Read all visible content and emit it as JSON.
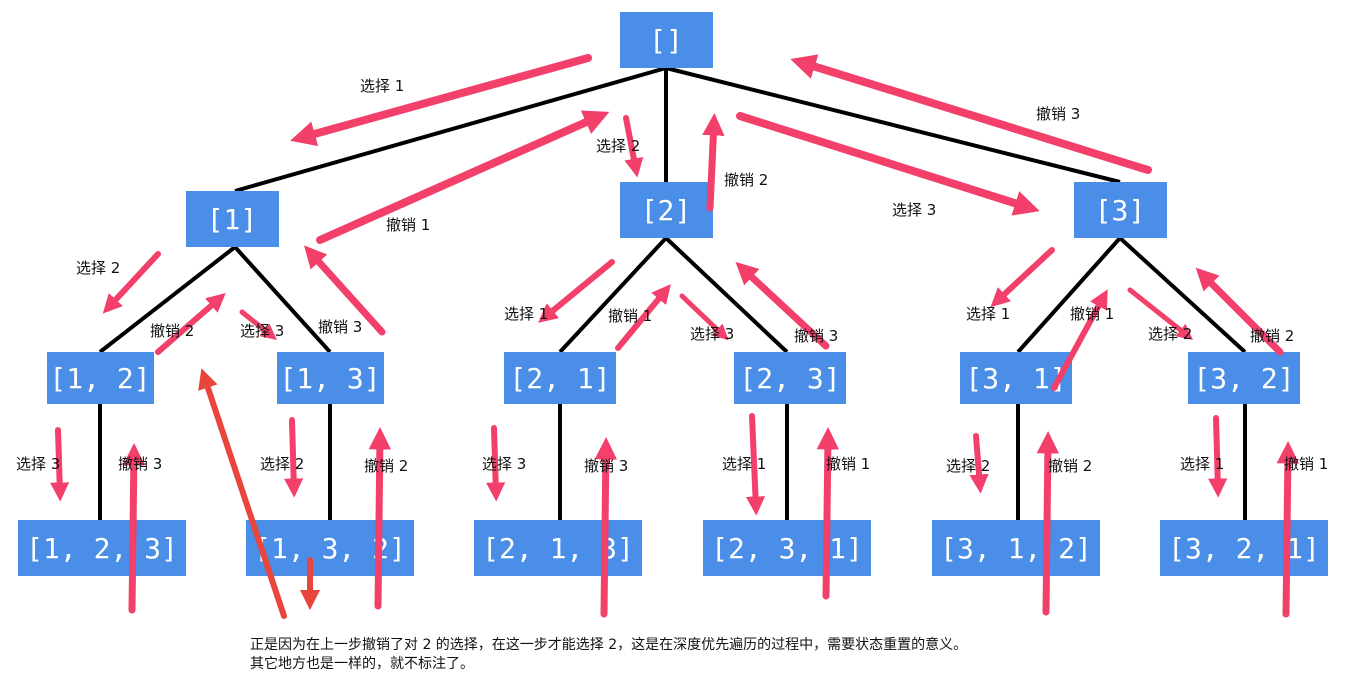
{
  "nodes": {
    "root": "[]",
    "n1": "[1]",
    "n2": "[2]",
    "n3": "[3]",
    "n12": "[1, 2]",
    "n13": "[1, 3]",
    "n21": "[2, 1]",
    "n23": "[2, 3]",
    "n31": "[3, 1]",
    "n32": "[3, 2]",
    "n123": "[1, 2, 3]",
    "n132": "[1, 3, 2]",
    "n213": "[2, 1, 3]",
    "n231": "[2, 3, 1]",
    "n312": "[3, 1, 2]",
    "n321": "[3, 2, 1]"
  },
  "labels": {
    "choose1_root": "选择  1",
    "undo3_root": "撤销  3",
    "choose2_root": "选择  2",
    "undo2_root": "撤销  2",
    "undo1_root": "撤销  1",
    "choose3_root": "选择  3",
    "n1_choose2": "选择  2",
    "n1_undo2": "撤销  2",
    "n1_choose3": "选择  3",
    "n1_undo3": "撤销  3",
    "n2_choose1": "选择  1",
    "n2_undo1": "撤销  1",
    "n2_choose3": "选择  3",
    "n2_undo3": "撤销  3",
    "n3_choose1": "选择  1",
    "n3_undo1": "撤销  1",
    "n3_choose2": "选择  2",
    "n3_undo2": "撤销  2",
    "n12_choose3": "选择  3",
    "n12_undo3": "撤销  3",
    "n13_choose2": "选择  2",
    "n13_undo2": "撤销  2",
    "n21_choose3": "选择  3",
    "n21_undo3": "撤销  3",
    "n23_choose1": "选择  1",
    "n23_undo1": "撤销  1",
    "n31_choose2": "选择  2",
    "n31_undo2": "撤销  2",
    "n32_choose1": "选择  1",
    "n32_undo1": "撤销  1"
  },
  "caption": {
    "line1": "正是因为在上一步撤销了对  2  的选择，在这一步才能选择  2，这是在深度优先遍历的过程中，需要状态重置的意义。",
    "line2": "其它地方也是一样的，就不标注了。"
  },
  "colors": {
    "node_fill": "#4a8ee8",
    "arrow": "#f2406a",
    "note_arrow": "#e8453c",
    "edge": "#000000"
  }
}
